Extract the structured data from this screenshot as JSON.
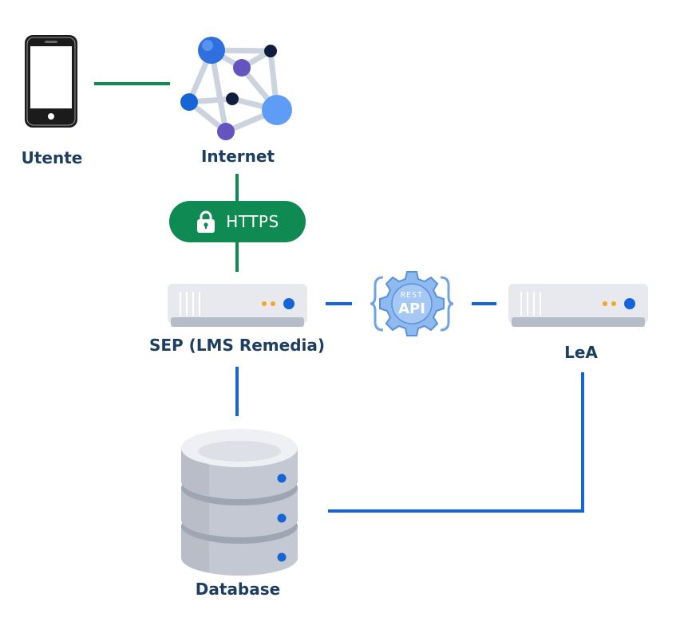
{
  "nodes": {
    "utente": {
      "label": "Utente",
      "icon": "smartphone-icon"
    },
    "internet": {
      "label": "Internet",
      "icon": "network-globe-icon"
    },
    "sep": {
      "label": "SEP (LMS Remedia)",
      "icon": "server-icon"
    },
    "lea": {
      "label": "LeA",
      "icon": "server-icon"
    },
    "database": {
      "label": "Database",
      "icon": "database-icon"
    }
  },
  "connectors": {
    "https": {
      "label": "HTTPS",
      "icon": "lock-icon"
    },
    "rest_api": {
      "top_label": "REST",
      "main_label": "API",
      "icon": "gear-icon"
    }
  },
  "colors": {
    "green_line": "#0e8a52",
    "blue_line": "#1565d8",
    "label_text": "#1d3e61",
    "server_body": "#e7e9ee",
    "accent_orange": "#f5a623",
    "accent_blue": "#1565d8"
  }
}
